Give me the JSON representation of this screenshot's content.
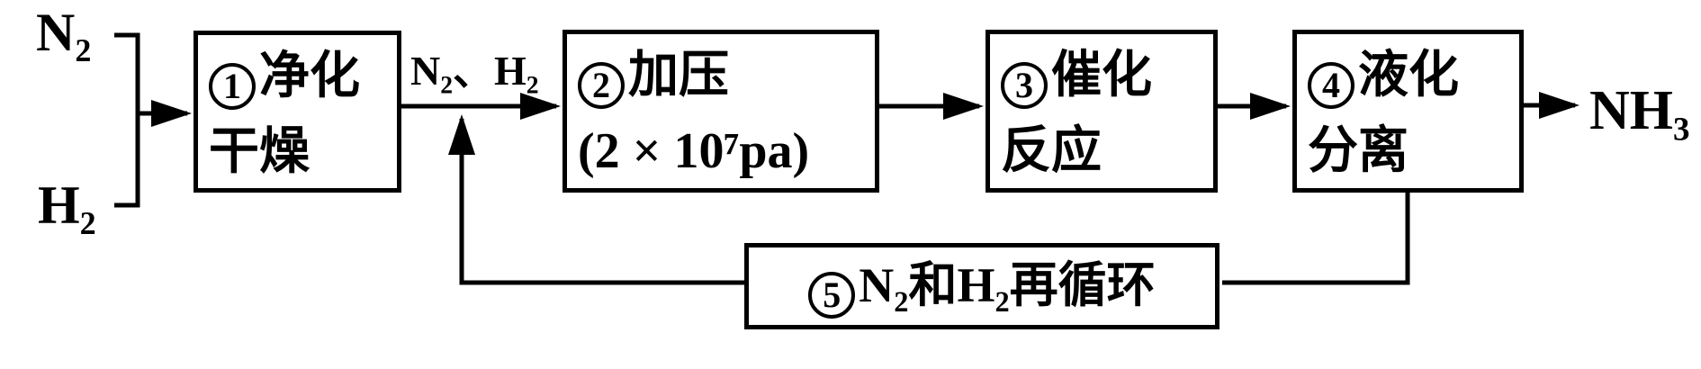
{
  "diagram": {
    "inputs": [
      {
        "label": "N₂"
      },
      {
        "label": "H₂"
      }
    ],
    "feed_label": "N₂、H₂",
    "output_label": "NH₃",
    "steps": [
      {
        "num": "1",
        "line1": "净化",
        "line2": "干燥"
      },
      {
        "num": "2",
        "line1": "加压",
        "line2": "(2 × 10⁷pa)"
      },
      {
        "num": "3",
        "line1": "催化",
        "line2": "反应"
      },
      {
        "num": "4",
        "line1": "液化",
        "line2": "分离"
      },
      {
        "num": "5",
        "line1": "N₂和H₂再循环"
      }
    ],
    "colors": {
      "line": "#000000",
      "background": "#ffffff"
    }
  }
}
